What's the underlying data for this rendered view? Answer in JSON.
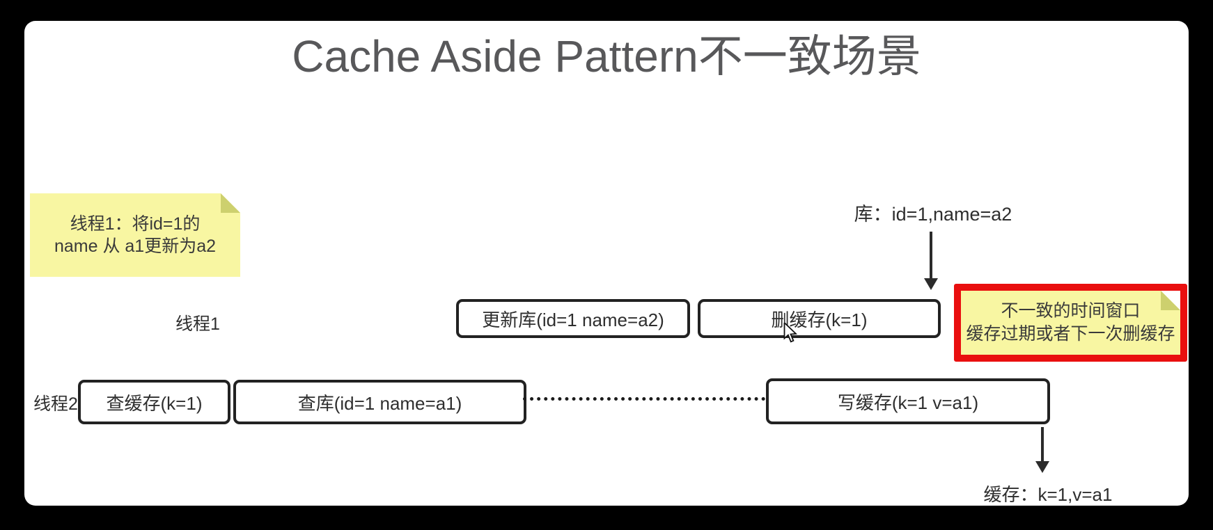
{
  "title": "Cache Aside Pattern不一致场景",
  "sticky_note_thread1": {
    "line1": "线程1：将id=1的",
    "line2": "name 从 a1更新为a2"
  },
  "db_state_label": "库：id=1,name=a2",
  "thread1": {
    "label": "线程1",
    "steps": [
      "更新库(id=1 name=a2)",
      "删缓存(k=1)"
    ]
  },
  "inconsistency_callout": {
    "line1": "不一致的时间窗口",
    "line2": "缓存过期或者下一次删缓存"
  },
  "thread2": {
    "label": "线程2",
    "steps": [
      "查缓存(k=1)",
      "查库(id=1 name=a1)",
      "写缓存(k=1 v=a1)"
    ]
  },
  "cache_state_label": "缓存：k=1,v=a1",
  "colors": {
    "frame_background": "#000000",
    "canvas": "#ffffff",
    "sticky_yellow": "#f8f6a2",
    "sticky_fold": "#cdd06e",
    "alert_red": "#e90f0f",
    "box_border": "#222222",
    "title_gray": "#58585a",
    "ink": "#2e2e2e"
  }
}
